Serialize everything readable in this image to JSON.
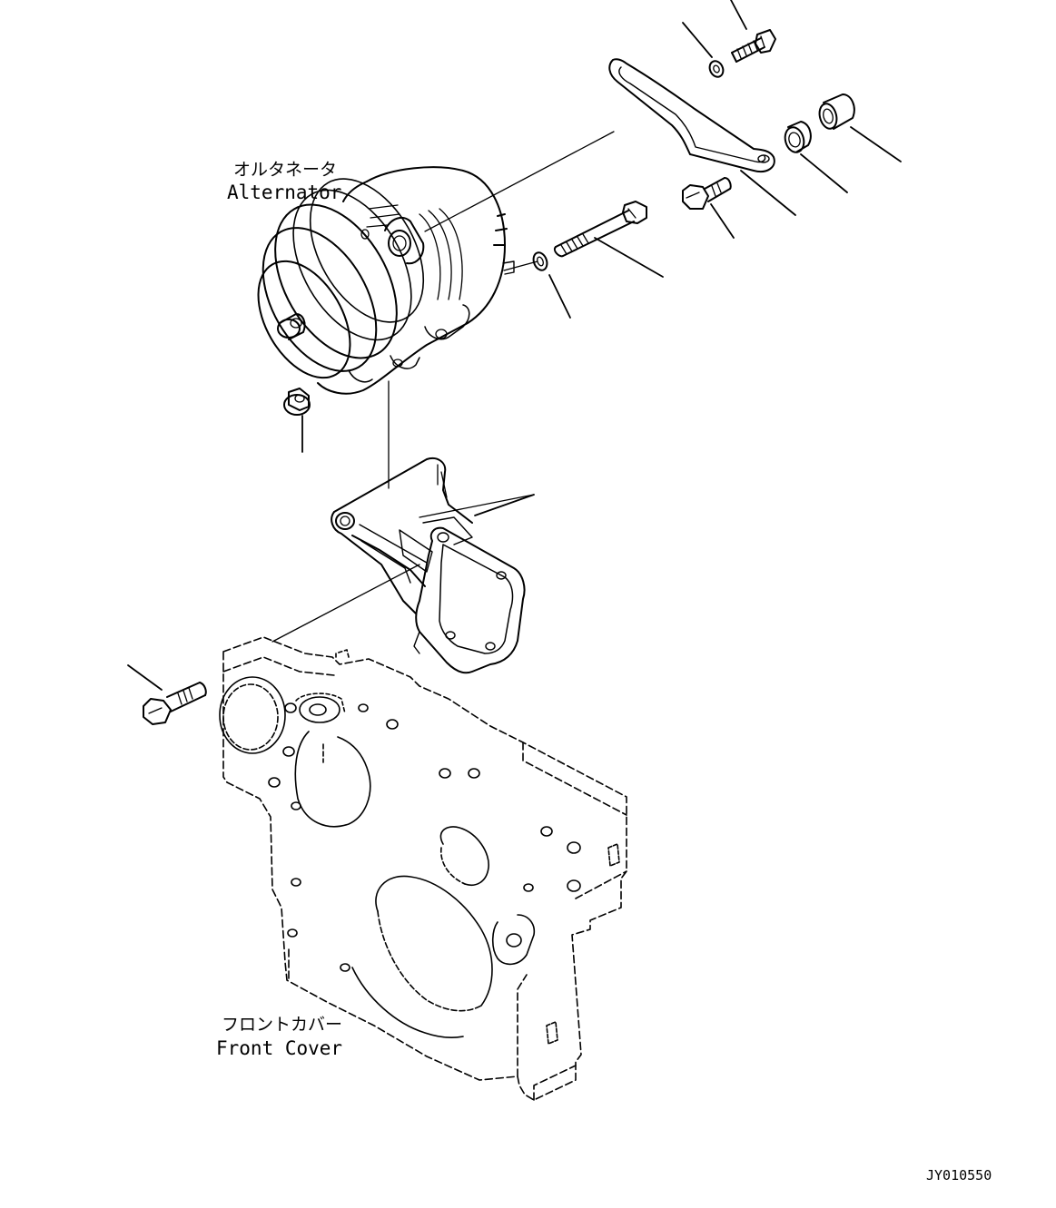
{
  "labels": {
    "alternator_jp": "オルタネータ",
    "alternator_en": "Alternator",
    "front_cover_jp": "フロントカバー",
    "front_cover_en": "Front Cover",
    "drawing_code": "JY010550"
  },
  "colors": {
    "line": "#000000",
    "background": "#ffffff"
  }
}
